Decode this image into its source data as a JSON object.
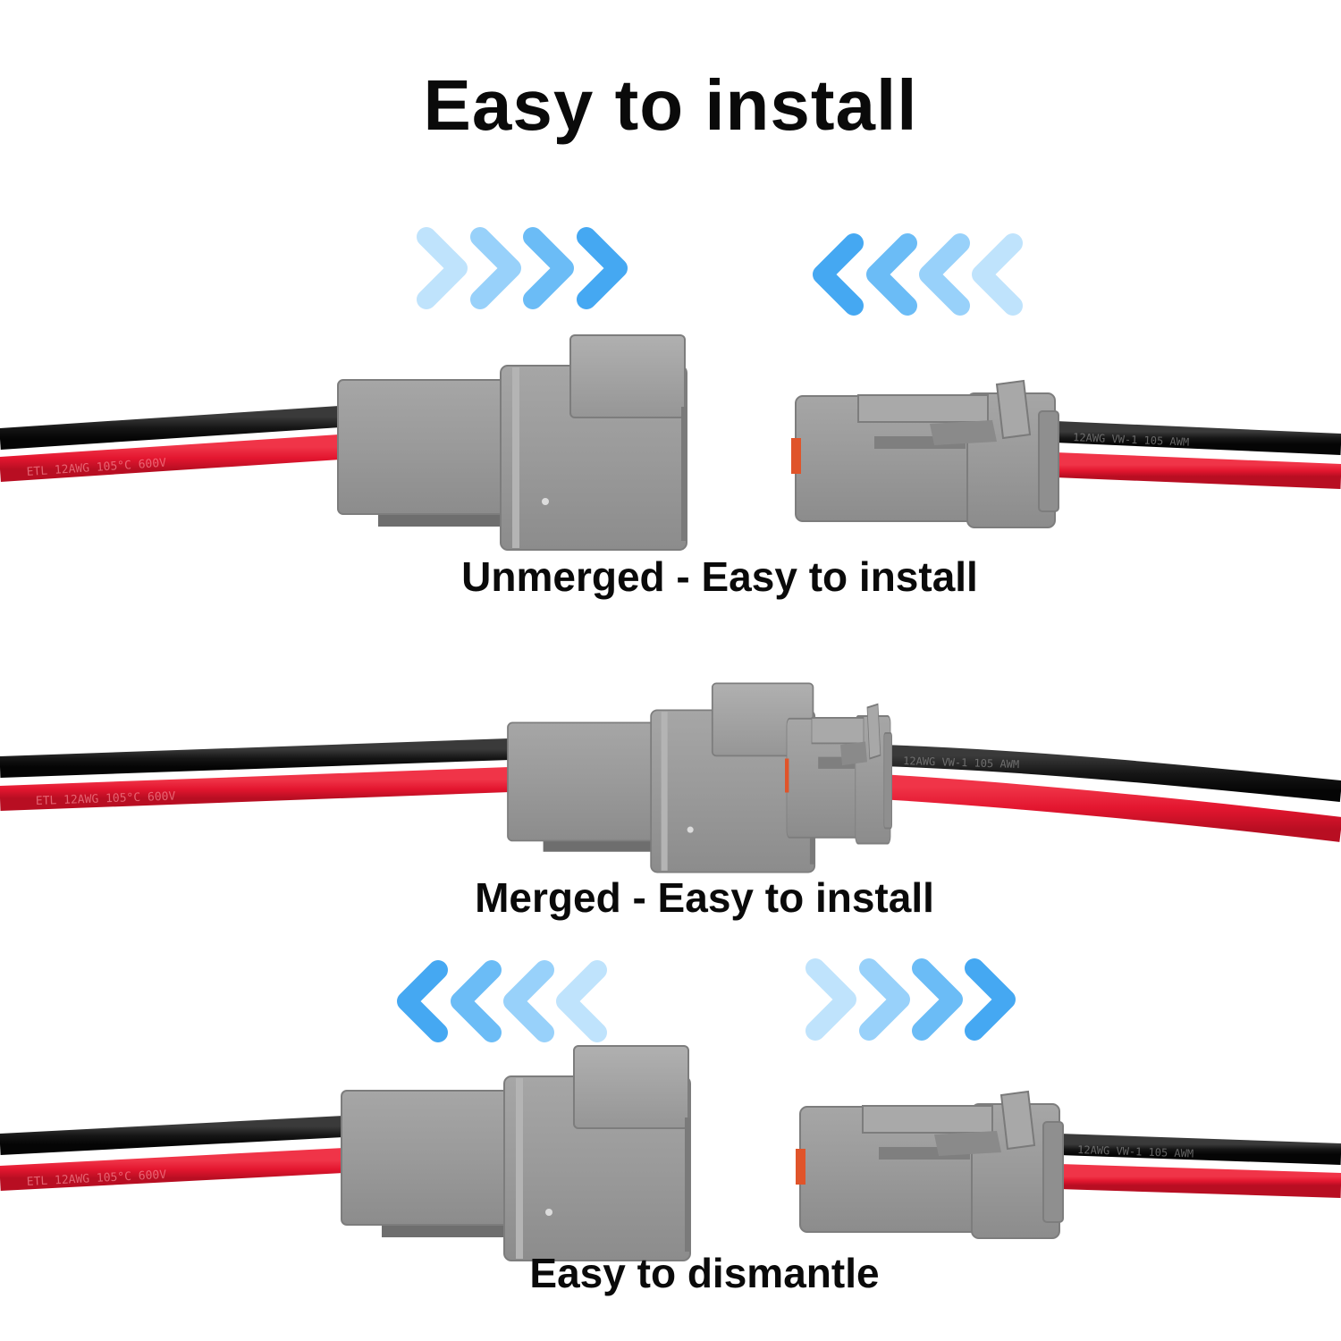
{
  "title": "Easy to install",
  "captions": {
    "unmerged": "Unmerged - Easy to install",
    "merged": "Merged - Easy to install",
    "dismantle": "Easy to dismantle"
  },
  "wire_print": {
    "male": "ETL 12AWG 105°C 600V",
    "female": "12AWG VW-1 105 AWM"
  },
  "icons": {
    "arrow_right": "chevron-right-icon",
    "arrow_left": "chevron-left-icon"
  },
  "colors": {
    "chevron_dark": "#45a8f2",
    "chevron_mid": "#6bbcf6",
    "chevron_light": "#98d1fa",
    "chevron_pale": "#bfe3fc",
    "wire_red": "#e3162f",
    "wire_black": "#161616",
    "housing_grey": "#9c9c9c",
    "seal_orange": "#e0542a"
  }
}
